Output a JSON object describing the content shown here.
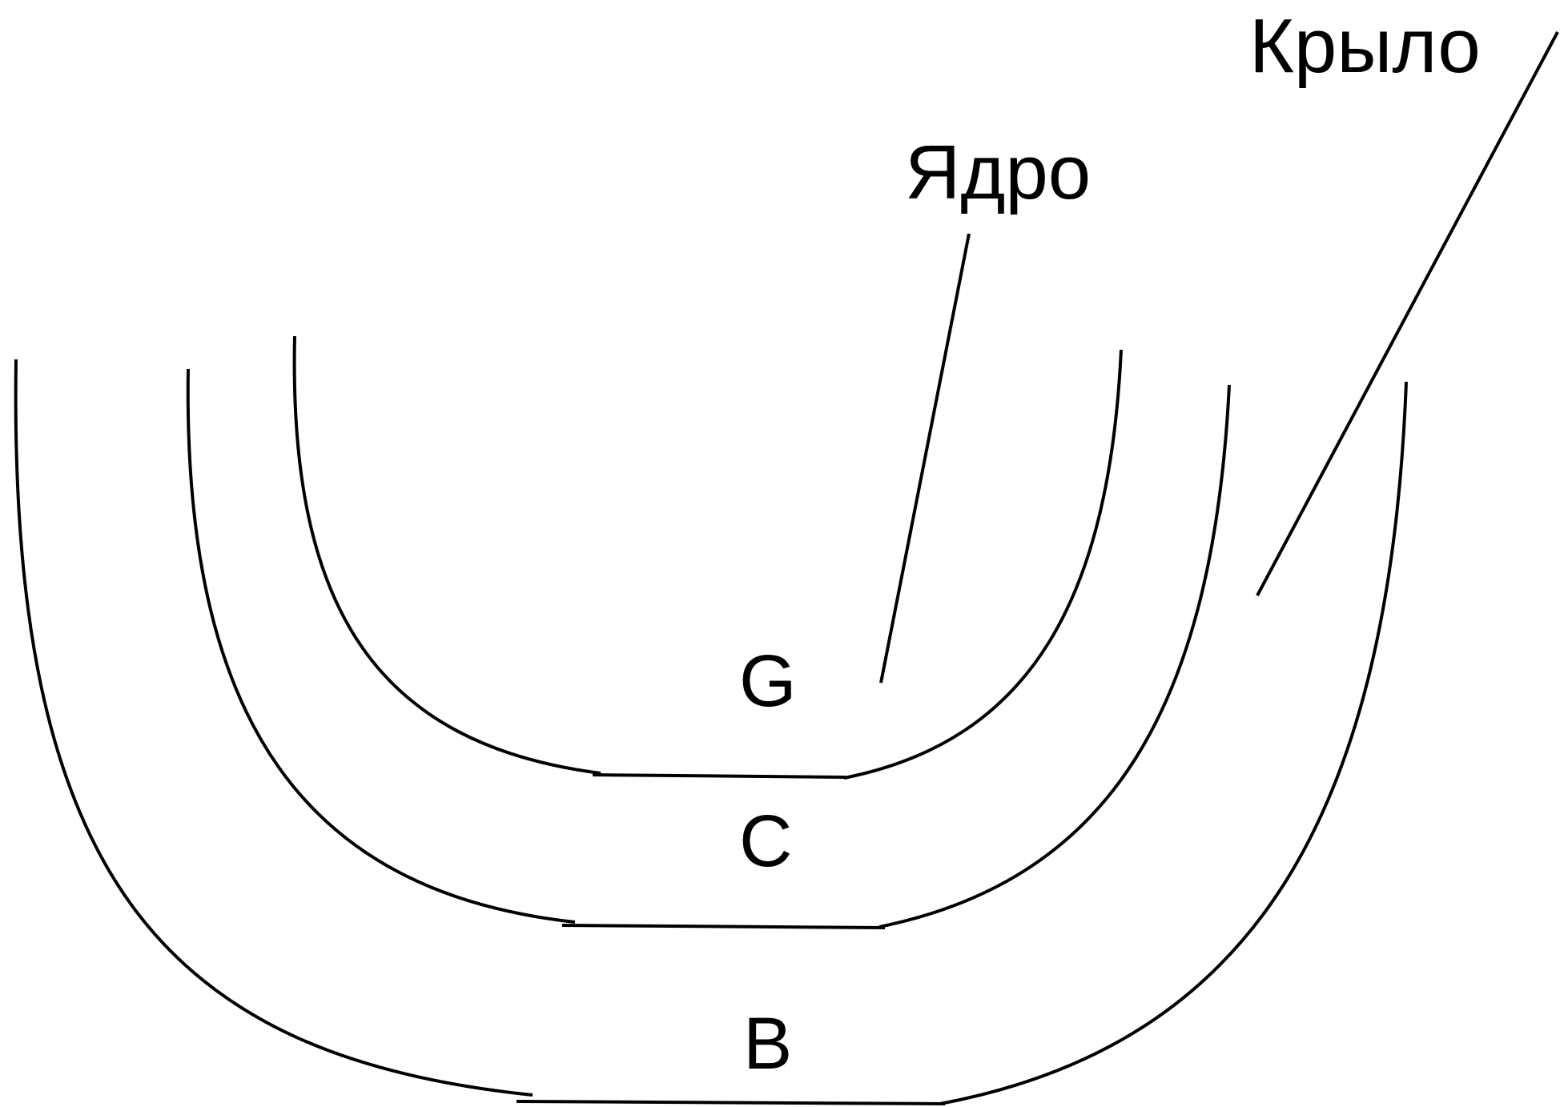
{
  "labels": {
    "wing": "Крыло",
    "core": "Ядро",
    "band_g": "G",
    "band_c": "C",
    "band_b": "B"
  },
  "colors": {
    "stroke": "#000000",
    "background": "#ffffff"
  }
}
